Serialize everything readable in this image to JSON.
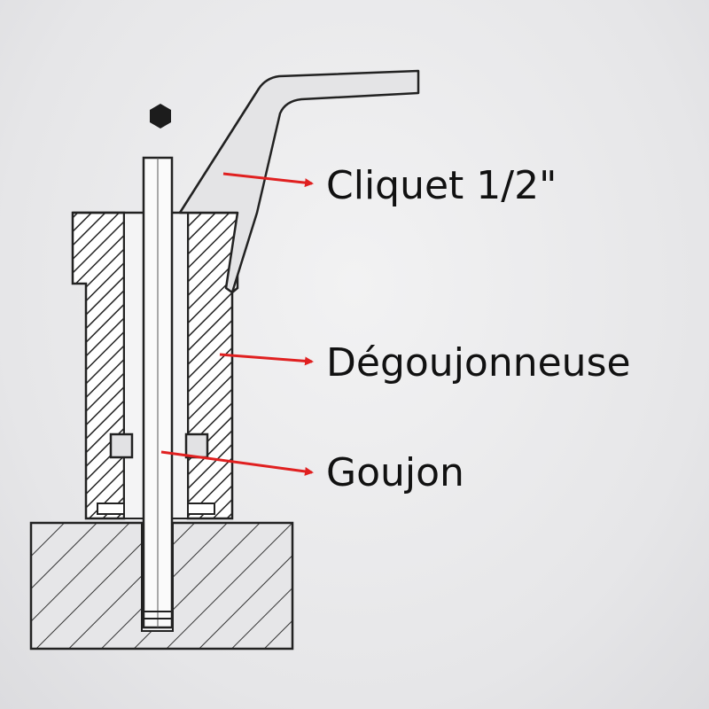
{
  "labels": {
    "cliquet": "Cliquet 1/2\"",
    "degoujonneuse": "Dégoujonneuse",
    "goujon": "Goujon"
  },
  "colors": {
    "arrow": "#e02020",
    "line": "#222222",
    "background": "#e8e8ea"
  },
  "icons": {
    "hex_nut": "hexagon-icon"
  }
}
